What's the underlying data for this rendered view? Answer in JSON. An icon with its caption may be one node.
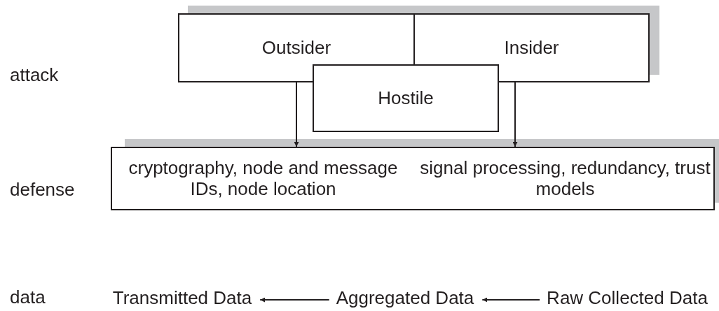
{
  "diagram": {
    "nodes": [
      {
        "text": [
          "Outsider"
        ]
      },
      {
        "text": [
          "Insider"
        ]
      },
      {
        "text": [
          "Hostile"
        ]
      },
      {
        "text": [
          "cryptography, node and message IDs, node location",
          "signal processing, redundancy, trust models"
        ]
      },
      {
        "text": [
          "Transmitted Data"
        ]
      },
      {
        "text": [
          "Aggregated Data"
        ]
      },
      {
        "text": [
          "Raw Collected Data"
        ]
      }
    ],
    "edges": [
      {
        "from": 0,
        "to": 3,
        "arrow": "to"
      },
      {
        "from": 1,
        "to": 3,
        "arrow": "to"
      },
      {
        "from": 5,
        "to": 4,
        "arrow": "to"
      },
      {
        "from": 6,
        "to": 5,
        "arrow": "to"
      }
    ],
    "labels": [
      "attack",
      "defense",
      "data"
    ]
  }
}
